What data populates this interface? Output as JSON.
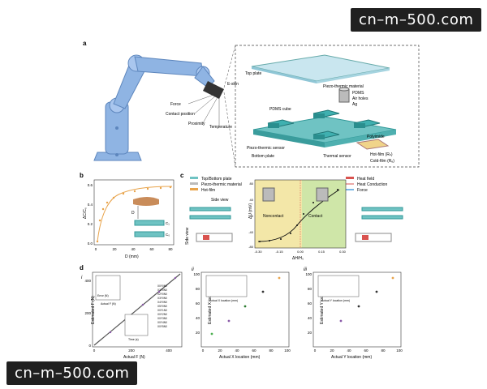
{
  "watermark": {
    "top": "cn–m–500.com",
    "bottom": "cn–m–500.com"
  },
  "panel_a": {
    "letter": "a",
    "ruler_left": "E-skin",
    "left_labels": [
      "Force",
      "Contact position",
      "Proximity",
      "Temperature"
    ],
    "right_labels": {
      "piezo_material": "Piezo-thermic material",
      "top_plate": "Top plate",
      "pdms": "PDMS",
      "air_holes": "Air holes",
      "ag": "Ag",
      "pdms_cube": "PDMS cube",
      "piezo_sensor": "Piezo-thermic sensor",
      "bottom_plate": "Bottom plate",
      "thermal_sensor": "Thermal sensor",
      "polyimide": "Polyimide",
      "hot_film": "Hot-film (Rₕ)",
      "cold_film": "Cold-film (Rₑ)"
    }
  },
  "panel_b": {
    "letter": "b",
    "ylabel": "ΔC/C₀",
    "xlabel": "D (mm)",
    "xticks": [
      "0",
      "20",
      "40",
      "60",
      "80"
    ],
    "yticks": [
      "0.0",
      "0.2",
      "0.4",
      "0.6"
    ],
    "d_label": "D",
    "c1": "C₁",
    "c0": "C₀"
  },
  "panel_c": {
    "letter": "c",
    "legend_left": [
      "Top/Bottom plate",
      "Piezo-thermic material",
      "Hot-film"
    ],
    "legend_right": [
      "Heat field",
      "Heat Conduction",
      "Force"
    ],
    "side_view": "Side view",
    "side_view_vert": "Side view",
    "noncontact": "Noncontact",
    "contact": "Contact",
    "ylabel": "ΔU (mV)",
    "xlabel": "ΔH/H₀",
    "yticks": [
      "80",
      "40",
      "0",
      "-40",
      "-80"
    ],
    "xticks": [
      "-0.30",
      "-0.15",
      "0.00",
      "0.15",
      "0.30"
    ]
  },
  "panel_d": {
    "letter": "d",
    "i": {
      "roman": "i",
      "ylabel": "Estimated F (N)",
      "xlabel": "Actual F (N)",
      "xticks": [
        "0",
        "200",
        "400"
      ],
      "yticks": [
        "0",
        "200",
        "400"
      ],
      "legend": [
        "X0Y0N0",
        "X1Y0N0",
        "X2Y0N0",
        "X3Y0N0",
        "X4Y0N0",
        "X5Y0N0",
        "X0Y1N0",
        "X0Y2N0",
        "X0Y3N0",
        "X0Y4N0",
        "X0Y5N0"
      ],
      "inset_ylabel": "Error (N)",
      "inset_xlabel": "Actual F (N)",
      "inset2_xlabel": "Time (s)"
    },
    "ii": {
      "roman": "ii",
      "ylabel": "Estimated X location (mm)",
      "xlabel": "Actual X location (mm)",
      "xticks": [
        "0",
        "20",
        "40",
        "60",
        "80",
        "100"
      ],
      "yticks": [
        "20",
        "40",
        "60",
        "80",
        "100"
      ],
      "inset_xlabel": "Actual X location (mm)"
    },
    "iii": {
      "roman": "iii",
      "ylabel": "Estimated Y location (mm)",
      "xlabel": "Actual Y location (mm)",
      "xticks": [
        "0",
        "20",
        "40",
        "60",
        "80",
        "100"
      ],
      "yticks": [
        "20",
        "40",
        "60",
        "80",
        "100"
      ],
      "inset_xlabel": "Actual Y location (mm)"
    }
  },
  "colors": {
    "robot": "#8fb4e3",
    "plate": "#4bb3b3",
    "orange": "#e8a34a",
    "yellow": "#f3e7a8",
    "green": "#cfe6a8",
    "red": "#d9534f"
  }
}
